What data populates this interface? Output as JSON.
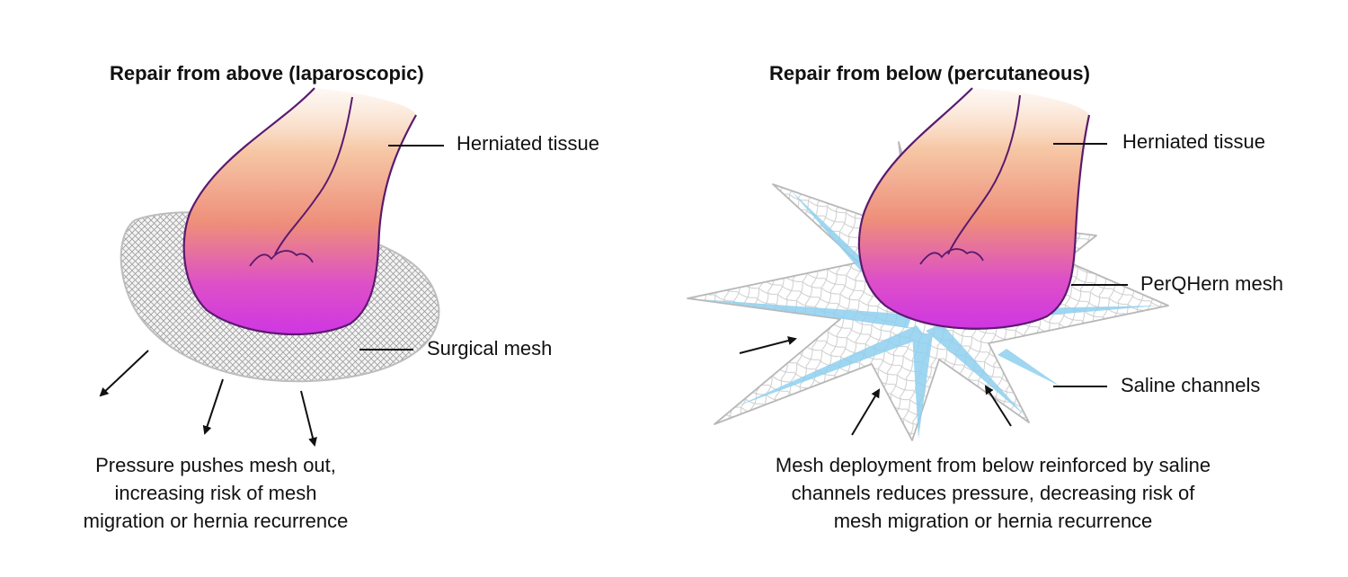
{
  "left_panel": {
    "title": "Repair from above (laparoscopic)",
    "labels": {
      "tissue": "Herniated tissue",
      "mesh": "Surgical mesh"
    },
    "caption_lines": [
      "Pressure pushes mesh out,",
      "increasing risk of mesh",
      "migration or hernia recurrence"
    ]
  },
  "right_panel": {
    "title": "Repair from below (percutaneous)",
    "labels": {
      "tissue": "Herniated tissue",
      "mesh": "PerQHern mesh",
      "channels": "Saline channels"
    },
    "caption_lines": [
      "Mesh deployment from below reinforced by saline",
      "channels reduces pressure, decreasing risk of",
      "mesh migration or hernia recurrence"
    ]
  },
  "colors": {
    "tissue_top": "#fbe3d0",
    "tissue_mid": "#f3a878",
    "tissue_bottom": "#d43ce0",
    "tissue_outline": "#5a1a6e",
    "mesh_outline": "#b8b8b8",
    "channel_blue": "#8fd0ef",
    "text": "#111111"
  }
}
